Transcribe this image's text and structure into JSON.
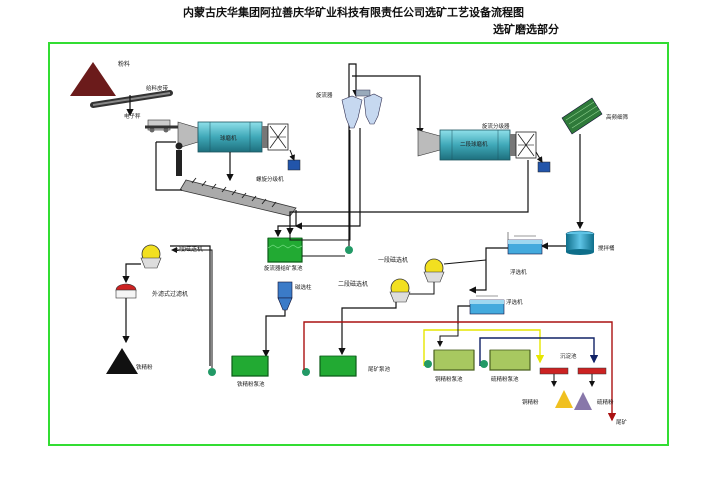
{
  "title": "内蒙古庆华集团阿拉善庆华矿业科技有限责任公司选矿工艺设备流程图",
  "subtitle": "选矿磨选部分",
  "labels": {
    "ore_pile": "粉料",
    "feed_belt": "给料皮带",
    "electronic_scale": "电子秤",
    "ball_mill_1": "球磨机",
    "spiral_classifier": "螺旋分级机",
    "cyclone": "旋流器",
    "cyclone_classifier": "旋流分级器",
    "ball_mill_2": "二段球磨机",
    "screen": "高频细筛",
    "mixing_tank": "搅拌桶",
    "flotation_1": "浮选机",
    "flotation_2": "浮选机",
    "mag_sep_1": "一段磁选机",
    "mag_sep_2": "二段磁选机",
    "mag_sep_3": "三段磁选机",
    "mag_column": "磁选柱",
    "pump_pool_1": "旋流器给矿泵池",
    "pump_pool_2": "铁精粉泵池",
    "pump_pool_3": "尾矿泵池",
    "vacuum_filter": "外滤式过滤机",
    "concentrate_pile": "铁精粉",
    "cu_pool": "铜精粉泵池",
    "s_pool": "硫精粉泵池",
    "settling_pool": "沉淀池",
    "cu_concentrate": "铜精粉",
    "s_concentrate": "硫精粉",
    "tailings": "尾矿"
  },
  "colors": {
    "frame": "#33dd33",
    "mill": "#3fa8b8",
    "tank_green": "#22aa33",
    "cell_green": "#a8c860",
    "cell_blue": "#44aadd",
    "magsep": "#f2e020",
    "pump": "#229966",
    "red_line": "#aa1111",
    "yellow_line": "#e6e600",
    "navy_line": "#112266",
    "ore": "#6b1b1b",
    "cu_triangle": "#f0c020",
    "s_triangle": "#8877aa",
    "filter_red": "#cc2222"
  }
}
